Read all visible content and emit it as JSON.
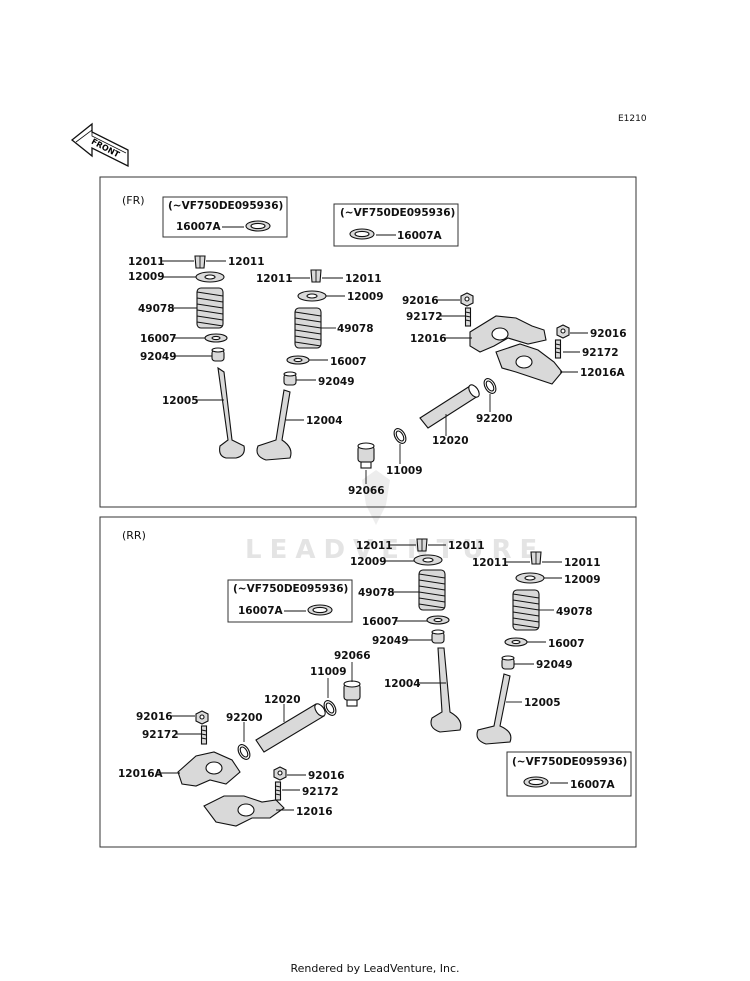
{
  "page": {
    "ref_code": "E1210",
    "front_label": "FRONT",
    "watermark": "LEADVENTURE",
    "footer": "Rendered by LeadVenture, Inc."
  },
  "fr": {
    "title": "(FR)",
    "note1": "(~VF750DE095936)",
    "note2": "(~VF750DE095936)",
    "labels": {
      "p12011a": "12011",
      "p12011b": "12011",
      "p12009a": "12009",
      "p49078a": "49078",
      "p16007a": "16007",
      "p92049a": "92049",
      "p12005": "12005",
      "p12011c": "12011",
      "p12011d": "12011",
      "p12009b": "12009",
      "p49078b": "49078",
      "p16007b": "16007",
      "p92049b": "92049",
      "p12004": "12004",
      "p16007An1": "16007A",
      "p16007An2": "16007A",
      "p92016a": "92016",
      "p92172a": "92172",
      "p12016": "12016",
      "p92016b": "92016",
      "p92172b": "92172",
      "p12016A": "12016A",
      "p92200": "92200",
      "p12020": "12020",
      "p11009": "11009",
      "p92066": "92066"
    }
  },
  "rr": {
    "title": "(RR)",
    "note1": "(~VF750DE095936)",
    "note2": "(~VF750DE095936)",
    "labels": {
      "p12011a": "12011",
      "p12011b": "12011",
      "p12009a": "12009",
      "p49078a": "49078",
      "p16007a": "16007",
      "p92049a": "92049",
      "p12004": "12004",
      "p12011c": "12011",
      "p12011d": "12011",
      "p12009b": "12009",
      "p49078b": "49078",
      "p16007b": "16007",
      "p92049b": "92049",
      "p12005": "12005",
      "p16007An1": "16007A",
      "p16007An2": "16007A",
      "p92066": "92066",
      "p11009": "11009",
      "p12020": "12020",
      "p92200": "92200",
      "p92016a": "92016",
      "p92172a": "92172",
      "p12016A": "12016A",
      "p92016b": "92016",
      "p92172b": "92172",
      "p12016": "12016"
    }
  }
}
